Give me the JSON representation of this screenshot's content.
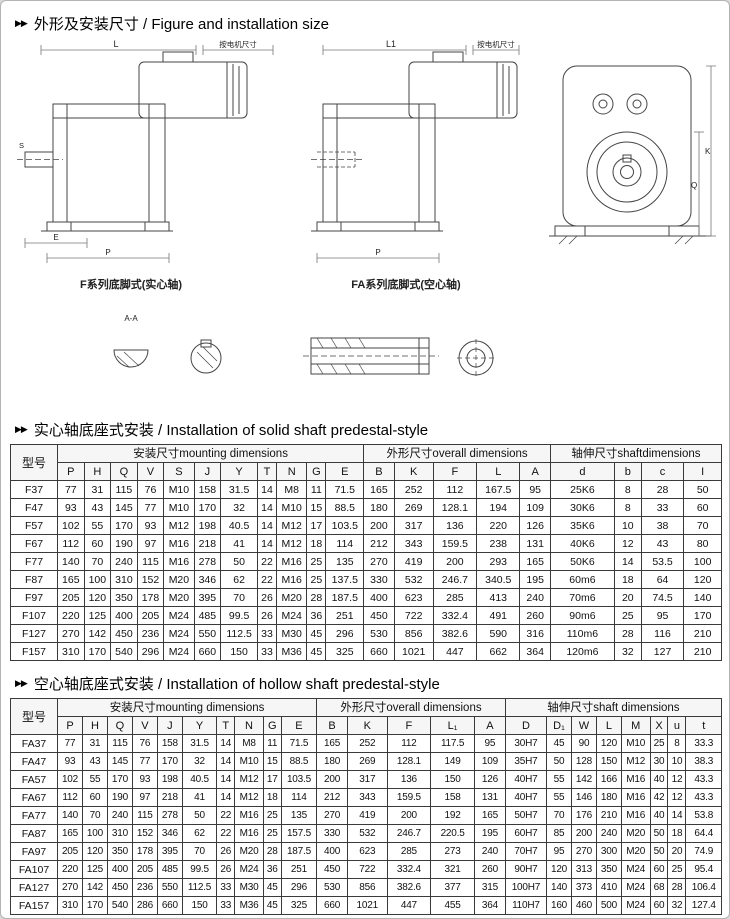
{
  "icons": {
    "section_marker_glyph": "▶▶",
    "section_marker_name": "double-right-arrow-icon"
  },
  "sections": {
    "figure_title": "外形及安装尺寸 / Figure and installation size",
    "solid_title": "实心轴底座式安装 / Installation of solid shaft predestal-style",
    "hollow_title": "空心轴底座式安装 / Installation of hollow shaft predestal-style"
  },
  "drawings": {
    "caption_solid": "F系列底脚式(实心轴)",
    "caption_hollow": "FA系列底脚式(空心轴)",
    "labels": {
      "L": "L",
      "L1": "L1",
      "motor_note": "按电机尺寸",
      "E": "E",
      "P": "P",
      "S": "S",
      "K": "K",
      "Q": "Q",
      "section": "A-A"
    }
  },
  "solid_table": {
    "col_model": "型号",
    "group_mounting": "安装尺寸mounting dimensions",
    "group_overall": "外形尺寸overall dimensions",
    "group_shaft": "轴伸尺寸shaftdimensions",
    "columns": [
      "P",
      "H",
      "Q",
      "V",
      "S",
      "J",
      "Y",
      "T",
      "N",
      "G",
      "E",
      "B",
      "K",
      "F",
      "L",
      "A",
      "d",
      "b",
      "c",
      "I"
    ],
    "rows": [
      {
        "model": "F37",
        "values": [
          "77",
          "31",
          "115",
          "76",
          "M10",
          "158",
          "31.5",
          "14",
          "M8",
          "11",
          "71.5",
          "165",
          "252",
          "112",
          "167.5",
          "95",
          "25K6",
          "8",
          "28",
          "50"
        ]
      },
      {
        "model": "F47",
        "values": [
          "93",
          "43",
          "145",
          "77",
          "M10",
          "170",
          "32",
          "14",
          "M10",
          "15",
          "88.5",
          "180",
          "269",
          "128.1",
          "194",
          "109",
          "30K6",
          "8",
          "33",
          "60"
        ]
      },
      {
        "model": "F57",
        "values": [
          "102",
          "55",
          "170",
          "93",
          "M12",
          "198",
          "40.5",
          "14",
          "M12",
          "17",
          "103.5",
          "200",
          "317",
          "136",
          "220",
          "126",
          "35K6",
          "10",
          "38",
          "70"
        ]
      },
      {
        "model": "F67",
        "values": [
          "112",
          "60",
          "190",
          "97",
          "M16",
          "218",
          "41",
          "14",
          "M12",
          "18",
          "114",
          "212",
          "343",
          "159.5",
          "238",
          "131",
          "40K6",
          "12",
          "43",
          "80"
        ]
      },
      {
        "model": "F77",
        "values": [
          "140",
          "70",
          "240",
          "115",
          "M16",
          "278",
          "50",
          "22",
          "M16",
          "25",
          "135",
          "270",
          "419",
          "200",
          "293",
          "165",
          "50K6",
          "14",
          "53.5",
          "100"
        ]
      },
      {
        "model": "F87",
        "values": [
          "165",
          "100",
          "310",
          "152",
          "M20",
          "346",
          "62",
          "22",
          "M16",
          "25",
          "137.5",
          "330",
          "532",
          "246.7",
          "340.5",
          "195",
          "60m6",
          "18",
          "64",
          "120"
        ]
      },
      {
        "model": "F97",
        "values": [
          "205",
          "120",
          "350",
          "178",
          "M20",
          "395",
          "70",
          "26",
          "M20",
          "28",
          "187.5",
          "400",
          "623",
          "285",
          "413",
          "240",
          "70m6",
          "20",
          "74.5",
          "140"
        ]
      },
      {
        "model": "F107",
        "values": [
          "220",
          "125",
          "400",
          "205",
          "M24",
          "485",
          "99.5",
          "26",
          "M24",
          "36",
          "251",
          "450",
          "722",
          "332.4",
          "491",
          "260",
          "90m6",
          "25",
          "95",
          "170"
        ]
      },
      {
        "model": "F127",
        "values": [
          "270",
          "142",
          "450",
          "236",
          "M24",
          "550",
          "112.5",
          "33",
          "M30",
          "45",
          "296",
          "530",
          "856",
          "382.6",
          "590",
          "316",
          "110m6",
          "28",
          "116",
          "210"
        ]
      },
      {
        "model": "F157",
        "values": [
          "310",
          "170",
          "540",
          "296",
          "M24",
          "660",
          "150",
          "33",
          "M36",
          "45",
          "325",
          "660",
          "1021",
          "447",
          "662",
          "364",
          "120m6",
          "32",
          "127",
          "210"
        ]
      }
    ]
  },
  "hollow_table": {
    "col_model": "型号",
    "group_mounting": "安装尺寸mounting dimensions",
    "group_overall": "外形尺寸overall dimensions",
    "group_shaft": "轴伸尺寸shaft dimensions",
    "columns": [
      "P",
      "H",
      "Q",
      "V",
      "J",
      "Y",
      "T",
      "N",
      "G",
      "E",
      "B",
      "K",
      "F",
      "L₁",
      "A",
      "D",
      "D₁",
      "W",
      "L",
      "M",
      "X",
      "u",
      "t"
    ],
    "rows": [
      {
        "model": "FA37",
        "values": [
          "77",
          "31",
          "115",
          "76",
          "158",
          "31.5",
          "14",
          "M8",
          "11",
          "71.5",
          "165",
          "252",
          "112",
          "117.5",
          "95",
          "30H7",
          "45",
          "90",
          "120",
          "M10",
          "25",
          "8",
          "33.3"
        ]
      },
      {
        "model": "FA47",
        "values": [
          "93",
          "43",
          "145",
          "77",
          "170",
          "32",
          "14",
          "M10",
          "15",
          "88.5",
          "180",
          "269",
          "128.1",
          "149",
          "109",
          "35H7",
          "50",
          "128",
          "150",
          "M12",
          "30",
          "10",
          "38.3"
        ]
      },
      {
        "model": "FA57",
        "values": [
          "102",
          "55",
          "170",
          "93",
          "198",
          "40.5",
          "14",
          "M12",
          "17",
          "103.5",
          "200",
          "317",
          "136",
          "150",
          "126",
          "40H7",
          "55",
          "142",
          "166",
          "M16",
          "40",
          "12",
          "43.3"
        ]
      },
      {
        "model": "FA67",
        "values": [
          "112",
          "60",
          "190",
          "97",
          "218",
          "41",
          "14",
          "M12",
          "18",
          "114",
          "212",
          "343",
          "159.5",
          "158",
          "131",
          "40H7",
          "55",
          "146",
          "180",
          "M16",
          "42",
          "12",
          "43.3"
        ]
      },
      {
        "model": "FA77",
        "values": [
          "140",
          "70",
          "240",
          "115",
          "278",
          "50",
          "22",
          "M16",
          "25",
          "135",
          "270",
          "419",
          "200",
          "192",
          "165",
          "50H7",
          "70",
          "176",
          "210",
          "M16",
          "40",
          "14",
          "53.8"
        ]
      },
      {
        "model": "FA87",
        "values": [
          "165",
          "100",
          "310",
          "152",
          "346",
          "62",
          "22",
          "M16",
          "25",
          "157.5",
          "330",
          "532",
          "246.7",
          "220.5",
          "195",
          "60H7",
          "85",
          "200",
          "240",
          "M20",
          "50",
          "18",
          "64.4"
        ]
      },
      {
        "model": "FA97",
        "values": [
          "205",
          "120",
          "350",
          "178",
          "395",
          "70",
          "26",
          "M20",
          "28",
          "187.5",
          "400",
          "623",
          "285",
          "273",
          "240",
          "70H7",
          "95",
          "270",
          "300",
          "M20",
          "50",
          "20",
          "74.9"
        ]
      },
      {
        "model": "FA107",
        "values": [
          "220",
          "125",
          "400",
          "205",
          "485",
          "99.5",
          "26",
          "M24",
          "36",
          "251",
          "450",
          "722",
          "332.4",
          "321",
          "260",
          "90H7",
          "120",
          "313",
          "350",
          "M24",
          "60",
          "25",
          "95.4"
        ]
      },
      {
        "model": "FA127",
        "values": [
          "270",
          "142",
          "450",
          "236",
          "550",
          "112.5",
          "33",
          "M30",
          "45",
          "296",
          "530",
          "856",
          "382.6",
          "377",
          "315",
          "100H7",
          "140",
          "373",
          "410",
          "M24",
          "68",
          "28",
          "106.4"
        ]
      },
      {
        "model": "FA157",
        "values": [
          "310",
          "170",
          "540",
          "286",
          "660",
          "150",
          "33",
          "M36",
          "45",
          "325",
          "660",
          "1021",
          "447",
          "455",
          "364",
          "110H7",
          "160",
          "460",
          "500",
          "M24",
          "60",
          "32",
          "127.4"
        ]
      }
    ]
  }
}
